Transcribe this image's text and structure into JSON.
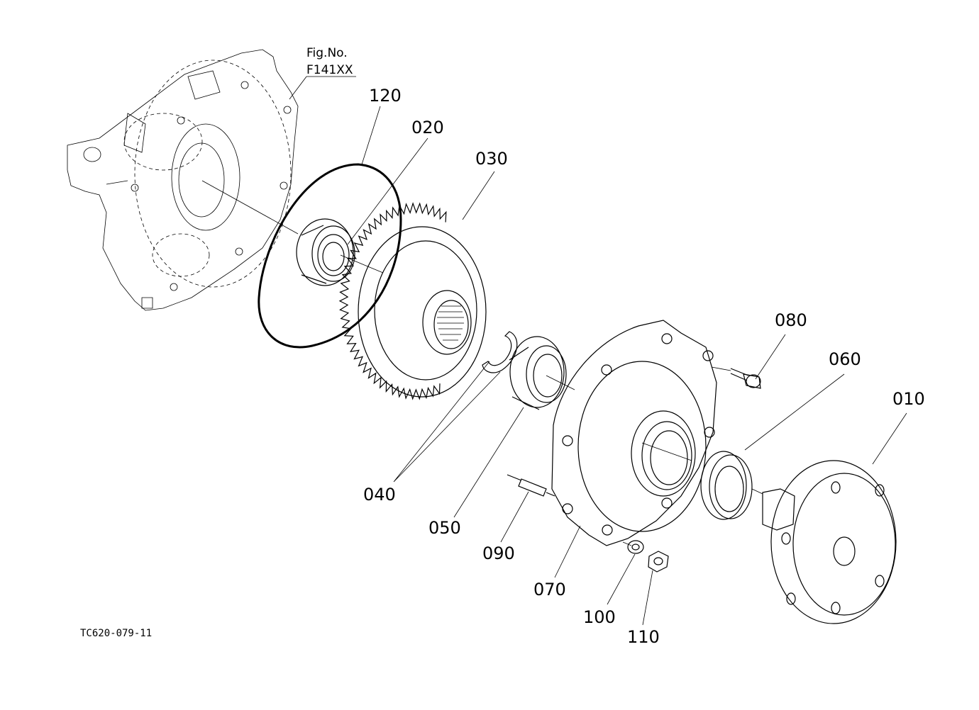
{
  "figure": {
    "fig_no_label": "Fig.No.",
    "fig_no_value": "F141XX",
    "drawing_code": "TC620-079-11"
  },
  "parts": [
    {
      "id": "p120",
      "label": "120"
    },
    {
      "id": "p020",
      "label": "020"
    },
    {
      "id": "p030",
      "label": "030"
    },
    {
      "id": "p080",
      "label": "080"
    },
    {
      "id": "p060",
      "label": "060"
    },
    {
      "id": "p010",
      "label": "010"
    },
    {
      "id": "p040",
      "label": "040"
    },
    {
      "id": "p050",
      "label": "050"
    },
    {
      "id": "p090",
      "label": "090"
    },
    {
      "id": "p070",
      "label": "070"
    },
    {
      "id": "p100",
      "label": "100"
    },
    {
      "id": "p110",
      "label": "110"
    }
  ]
}
